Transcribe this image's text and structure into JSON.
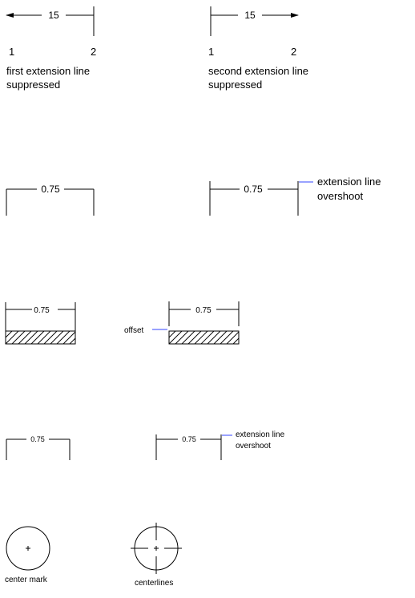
{
  "section1": {
    "left": {
      "dimension": "15",
      "point1": "1",
      "point2": "2",
      "caption_line1": "first extension line",
      "caption_line2": "suppressed"
    },
    "right": {
      "dimension": "15",
      "point1": "1",
      "point2": "2",
      "caption_line1": "second extension line",
      "caption_line2": "suppressed"
    }
  },
  "section2": {
    "left": {
      "dimension": "0.75"
    },
    "right": {
      "dimension": "0.75",
      "note_line1": "extension line",
      "note_line2": "overshoot"
    }
  },
  "section3": {
    "left": {
      "dimension": "0.75"
    },
    "right": {
      "dimension": "0.75",
      "note": "offset"
    }
  },
  "section4": {
    "left": {
      "dimension": "0.75"
    },
    "right": {
      "dimension": "0.75",
      "note_line1": "extension line",
      "note_line2": "overshoot"
    }
  },
  "section5": {
    "left": {
      "label": "center mark"
    },
    "right": {
      "label": "centerlines"
    }
  },
  "colors": {
    "lines": "#000000",
    "leader": "#3344ff",
    "background": "#ffffff"
  }
}
